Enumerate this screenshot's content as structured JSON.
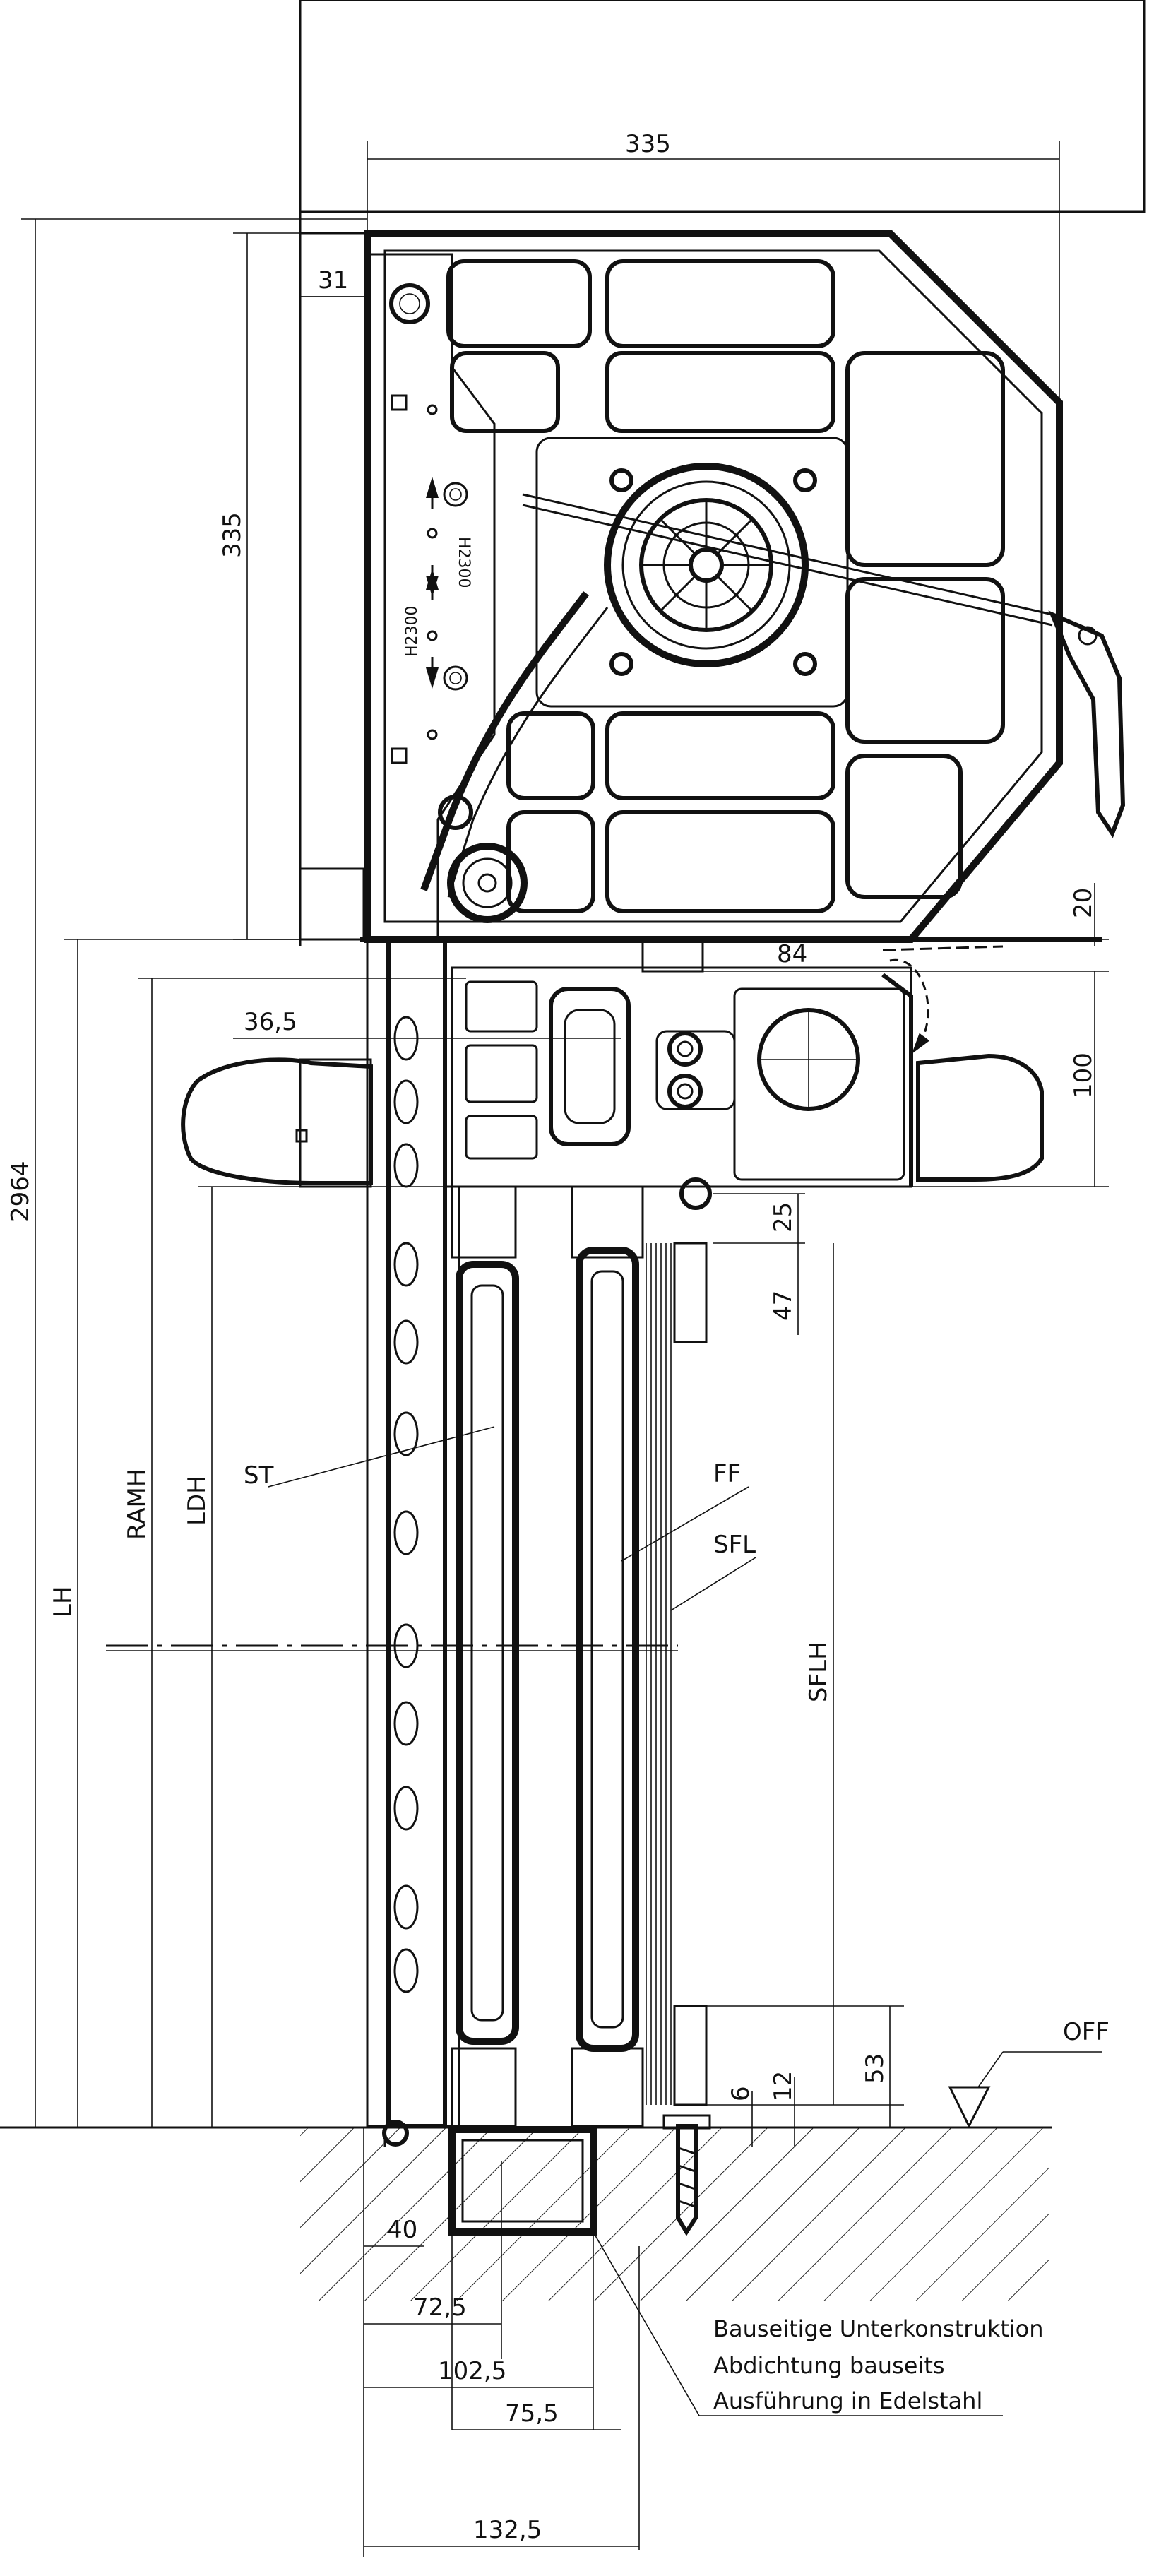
{
  "drawing": {
    "dimensions": {
      "top_width": "335",
      "left_height": "335",
      "gap_31": "31",
      "total_height": "2964",
      "d20": "20",
      "d84": "84",
      "d36_5": "36,5",
      "d100": "100",
      "d25": "25",
      "d47": "47",
      "d53": "53",
      "d6": "6",
      "d12": "12",
      "d40": "40",
      "d72_5": "72,5",
      "d102_5": "102,5",
      "d75_5": "75,5",
      "d132_5": "132,5"
    },
    "labels": {
      "lh": "LH",
      "ramh": "RAMH",
      "ldh": "LDH",
      "st": "ST",
      "ff": "FF",
      "sfl": "SFL",
      "sflh": "SFLH",
      "off": "OFF"
    },
    "motor_text": {
      "a": "H2300",
      "b": "H2300"
    },
    "notes": [
      "Bauseitige Unterkonstruktion",
      "Abdichtung bauseits",
      "Ausführung in Edelstahl"
    ]
  }
}
